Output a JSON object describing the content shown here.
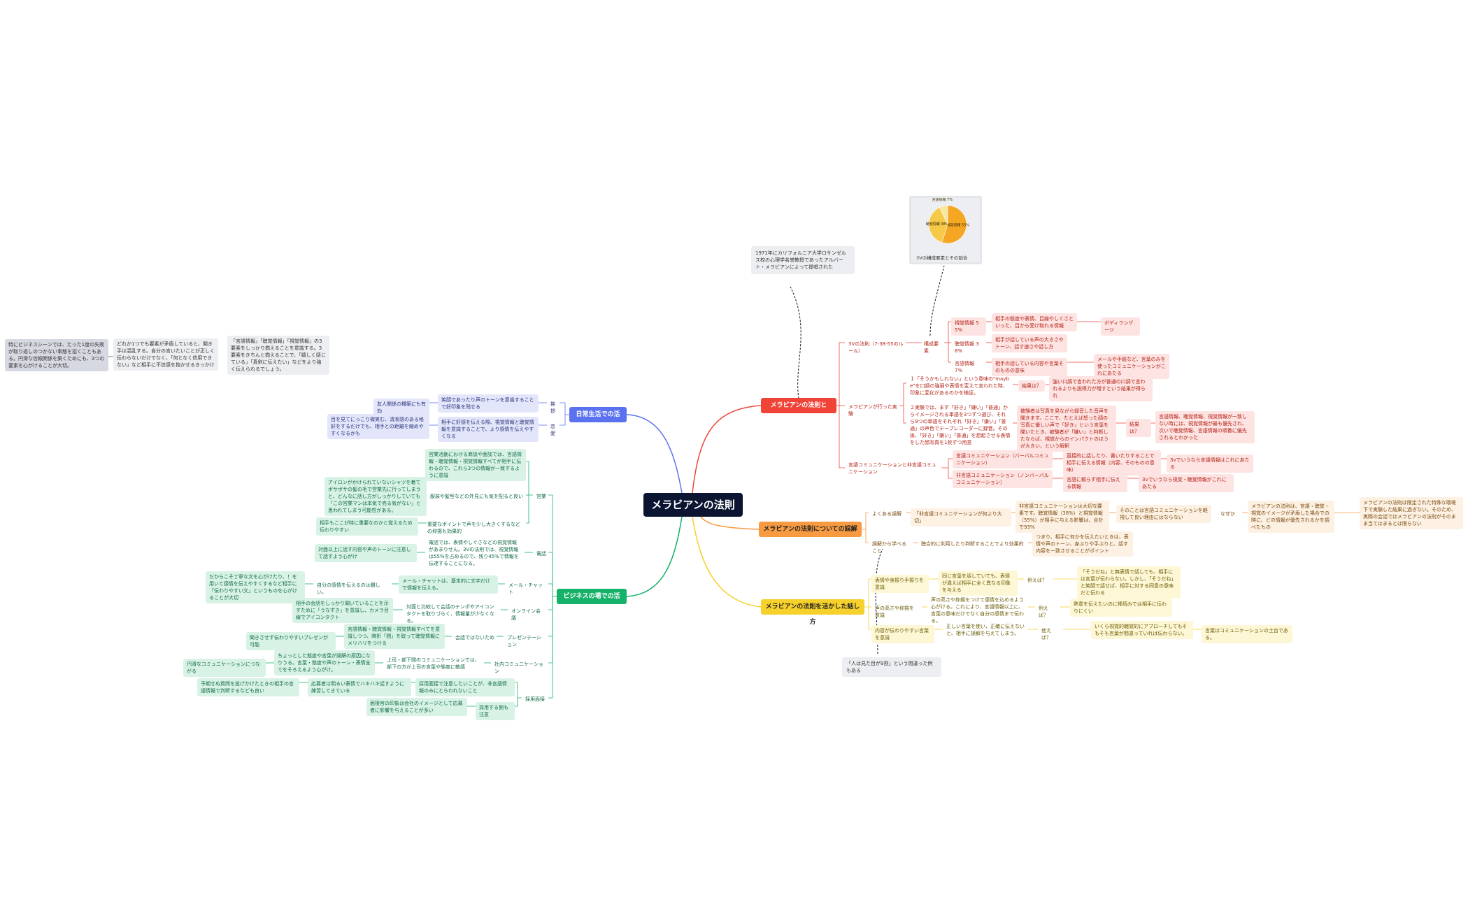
{
  "root": "メラビアンの法則",
  "branches": {
    "what": "メラビアンの法則とは？",
    "misunderstand": "メラビアンの法則についての誤解",
    "talk": "メラビアンの法則を活かした話し方",
    "daily": "日常生活での活用",
    "business": "ビジネスの場での活用"
  },
  "what": {
    "n1": "3Vの法則（7-38-55のルール）",
    "n1_1": "構成要素",
    "n1_1a": "視覚情報 55%",
    "n1_1a_d": "相手の態度や表情、目線やしぐさといった、目から受け取れる情報",
    "n1_1a_e": "ボディランゲージ",
    "n1_1b": "聴覚情報 38%",
    "n1_1b_d": "相手が話している声の大きさやトーン、話す速さや話し方",
    "n1_1c": "言語情報 7%",
    "n1_1c_d": "相手の話している内容や言葉そのものの意味",
    "n1_1c_e": "メールや手紙など、言葉のみを使ったコミュニケーションがこれにあたる",
    "n2": "メラビアンが行った実験",
    "n2_1": "１「そうかもしれない」という意味の\"maybe\"を口調の強弱や表情を変えて言われた時、印象に変化があるのかを検証。",
    "n2_1r": "結果は？",
    "n2_1r_d": "強い口調で言われた方が普通の口調で言われるよりも説得力が増すという結果が得られ",
    "n2_2": "２実験では、まず「好き」「嫌い」「普通」からイメージされる単語を3つずつ選び、それら9つの単語をそれぞれ「好き」「嫌い」「普通」の声色でテープレコーダーに録音。その後、「好き」「嫌い」「普通」を想起させる表情をした顔写真を1枚ずつ用意",
    "n2_2a": "被験者は写真を見ながら録音した音声を聞きます。ここで、たとえば怒った顔の写真に優しい声で「好き」という言葉を聞いたとき、被験者が「嫌い」と判断したならば、視覚からのインパクトのほうが大きい、という解釈",
    "n2_2r": "結果は？",
    "n2_2r_d": "言語情報、聴覚情報、視覚情報が一致しない時には、視覚情報が最も優先され、次いで聴覚情報、言語情報の順番に優先されるとわかった",
    "n3": "言語コミュニケーションと非言語コミュニケーション",
    "n3_1": "言語コミュニケーション（バーバルコミュニケーション）",
    "n3_1d": "直接的に話したり、書いたりすることで相手に伝える情報（内容、そのものの意味）",
    "n3_1e": "3vでいうなら言語情報はこれにあたる",
    "n3_2": "非言語コミュニケーション（ノンバーバルコミュニケーション）",
    "n3_2d": "言語に頼らず相手に伝える情報",
    "n3_2e": "3vでいうなら視覚・聴覚情報がこれにあたる",
    "note": "1971年にカリフォルニア大学ロサンゼルス校の心理学名誉教授であったアルバート・メラビアンによって提唱された",
    "chart_caption": "3Vの構成要素とその割合"
  },
  "misunderstand": {
    "m1": "よくある誤解",
    "m1a": "「非言語コミュニケーションが何より大切」",
    "m1b": "非言語コミュニケーションは大切な要素です。聴覚情報（38%）と視覚情報（55%）が相手に与える影響は、合計で93%",
    "m1c": "そのことは言語コミュニケーションを軽視して良い理由にはならない",
    "m1d": "なぜか",
    "m1e": "メラビアンの法則は、言語・聴覚・視覚のイメージが矛盾した場合での時に、どの情報が優先されるかを調べたもの",
    "m1f": "メラビアンの法則は限定された特殊な環境下で実験した結果に過ぎない。そのため、実際の会話ではメラビアンの法則がそのまま当てはまるとは限らない",
    "m2": "誤解から学べること",
    "m2a": "聴合的に利用したり判断することでより効果的",
    "m2b": "つまり、相手に何かを伝えたいときは、表情や声のトーン、身ぶりや手ぶりと、話す内容を一致させることがポイント"
  },
  "talk": {
    "t1": "表情や身振り手振りを意識",
    "t1a": "同じ言葉を話していても、表情が違えば相手に全く異なる印象を与える",
    "t1b": "例えば？",
    "t1c": "「そうだね」と無表情で話しても、相手には言葉が伝わらない。しかし、「そうだね」と笑顔で話せば、相手に対する同意の意味だと伝わる",
    "t2": "声の高さや抑揚を意識",
    "t2a": "声の高さや抑揚をつけて感情を込めるよう心がける。これにより、言語情報以上に、言葉の意味だけでなく自分の感情まで伝わる。",
    "t2b": "例えば？",
    "t2c": "熱意を伝えたいのに棒読みでは相手に伝わりにくい",
    "t3": "内容が伝わりやすい言葉を意識",
    "t3a": "正しい言葉を使い、正確に伝えないと、相手に誤解を与えてしまう。",
    "t3b": "他えば？",
    "t3c": "いくら視覚的聴覚的にアプローチしてもそもそも言葉が間違っていれば伝わらない。",
    "t3d": "言葉はコミュニケーションの土台である。",
    "note": "「人は見た目が9割」という間違った例もある"
  },
  "daily": {
    "d1": "挨拶",
    "d1a": "笑顔であったり声のトーンを意識することで好印象を残せる",
    "d1b": "友人関係の構築にも有効",
    "d2": "恋愛",
    "d2a": "相手に好感を伝える際、視覚情報と聴覚情報を意識することで、より感情を伝えやすくなる",
    "d2b": "目を見てにっこり微笑む、清潔感のある格好をするだけでも、相手との距離を縮めやすくなるかも",
    "far1": "「言語情報」「聴覚情報」「視覚情報」の3要素をしっかり揃えることを意識する。3要素をきちんと揃えることで、「嬉しく感じている」「真剣に伝えたい」などをより強く伝えられるでしょう。",
    "far2": "どれか1つでも要素が矛盾していると、聞き手は混乱する。自分の言いたいことが正しく伝わらないだけでなく、「何となく信用できない」など相手に不信感を抱かせるきっかけ",
    "far3": "特にビジネスシーンでは、たった1度の失敗が取り返しのつかない事態を招くこともある。円滑な信頼関係を築くためにも、3つの要素を心がけることが大切。"
  },
  "business": {
    "b1": "営業",
    "b1a": "営業活動における商談や面談では、言語情報・聴覚情報・視覚情報すべてが相手に伝わるので、これら3つの情報が一致するように意識",
    "b1b": "服装や髪型などの外見にも気を配ると良い",
    "b1b_d": "アイロンがかけられていないシャツを着てボサボサの髪の毛で営業先に行ってしまうと、どんなに話し方がしっかりしていても「この営業マンは本気で売る気がない」と思われてしまう可能性がある。",
    "b1c": "重要なポイントで声を少し大きくするなどの抑揚も効果的",
    "b1c_d": "相手もここが特に重要なのかと覚えるため伝わりやすい",
    "b2": "電話",
    "b2a": "電話では、表情やしぐさなどの視覚情報があまりせん。3Vの法則では、視覚情報は55%を占めるので、残り45%で情報を伝達することになる。",
    "b2b": "対面以上に話す内容や声のトーンに注意して話すよう心がけ",
    "b3": "メール・チャット",
    "b3a": "メール・チャットは、基本的に文字だけで情報を伝える。",
    "b3b": "自分の感情を伝えるのは難しい。",
    "b3c": "だからこそ丁寧な文を心がけたり、！を用いて感情を伝えやすくするなど相手に「伝わりやすい文」というものを心がけることが大切",
    "b4": "オンライン会議",
    "b4a": "対面と比較して会話のテンポやアイコンタクトを取りづらく、情報量が少なくなる。",
    "b4b": "相手の会話をしっかり聞いていることを示すために「うなずき」を意識し、カメラ目線でアイコンタクト",
    "b5": "プレゼンテーション",
    "b5a": "会話ではないため",
    "b5b": "言語情報・聴覚情報・視覚情報すべてを意識しつつ、時折「間」を取って聴覚情報にメリハリをつける",
    "b5c": "聞きさせず伝わりやすいプレゼンが可能",
    "b6": "社内コミュニケーション",
    "b6a": "上司・部下間のコミュニケーションでは、部下の方が上司の言葉や態度に敏感",
    "b6b": "ちょっとした態度や言葉が誤解の原因になりうる。言葉・態度や声のトーン・表情全てをそろえるよう心がけ。",
    "b6c": "円滑なコミュニケーションにつながる",
    "b7": "採用面接",
    "b7a": "採用面接で注意したいことが、非言語情報のみにとらわれないこと",
    "b7b": "応募者は明るい表情でハキハキ話すように練習してきている",
    "b7c": "予期せぬ質問を投げかけたときの相手の言語情報で判断するなども良い",
    "b7d": "採用する側も注意",
    "b7e": "面接官の印象は会社のイメージとして応募者に影響を与えることが多い"
  },
  "chart_data": {
    "type": "pie",
    "categories": [
      "視覚情報",
      "聴覚情報",
      "言語情報"
    ],
    "values": [
      55,
      38,
      7
    ],
    "labels": [
      "視覚情報 55%",
      "聴覚情報 38%",
      "言語情報 7%"
    ],
    "colors": [
      "#f5a623",
      "#f7c948",
      "#f9e79f"
    ],
    "title": "3Vの構成要素とその割合"
  },
  "colors": {
    "root": "#0b1431",
    "red": "#f04438",
    "orange": "#f79a42",
    "yellow": "#f6d02b",
    "blue": "#5b72f0",
    "green": "#17b26a"
  }
}
